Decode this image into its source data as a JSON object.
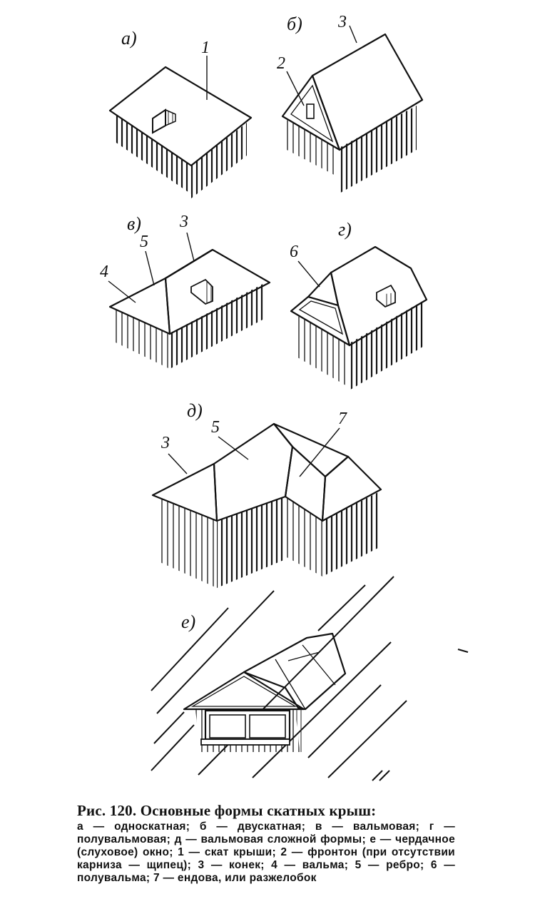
{
  "figure": {
    "panels": [
      {
        "id": "a",
        "label": "а)",
        "callouts": [
          "1"
        ]
      },
      {
        "id": "b",
        "label": "б)",
        "callouts": [
          "2",
          "3"
        ]
      },
      {
        "id": "v",
        "label": "в)",
        "callouts": [
          "3",
          "4",
          "5"
        ]
      },
      {
        "id": "g",
        "label": "г)",
        "callouts": [
          "6"
        ]
      },
      {
        "id": "d",
        "label": "д)",
        "callouts": [
          "3",
          "5",
          "7"
        ]
      },
      {
        "id": "e",
        "label": "е)",
        "callouts": []
      }
    ]
  },
  "caption": {
    "title": "Рис. 120. Основные формы скатных крыш:",
    "body": "а — односкатная; б — двускатная; в — вальмовая; г — полувальмовая; д — вальмовая сложной формы; е — чердачное (слуховое) окно; 1 — скат крыши; 2 — фронтон (при отсутствии карниза — щипец); 3 — конек; 4 — вальма; 5 — ребро; 6 — полувальма; 7 — ендова, или разжелобок"
  }
}
